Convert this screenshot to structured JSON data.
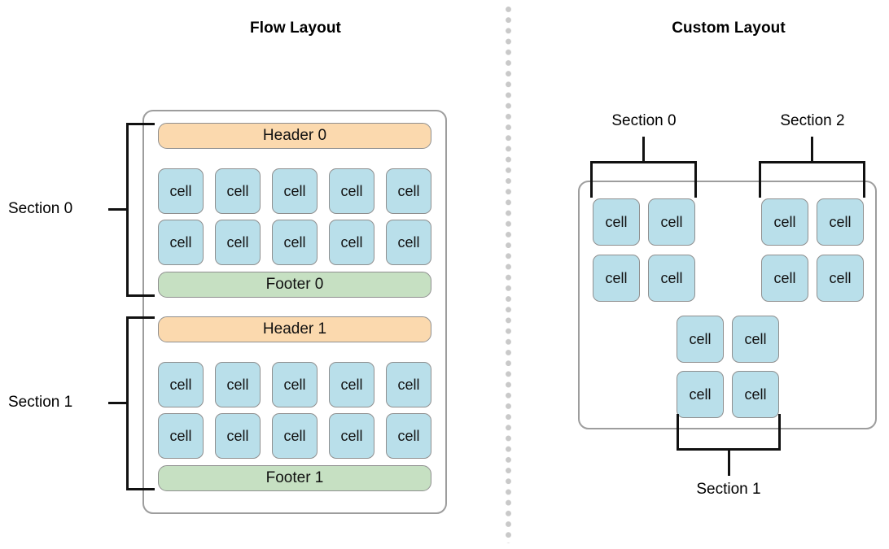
{
  "panels": {
    "left": {
      "title": "Flow Layout",
      "sections": [
        {
          "label": "Section 0",
          "header": "Header 0",
          "footer": "Footer 0",
          "rows": [
            [
              "cell",
              "cell",
              "cell",
              "cell",
              "cell"
            ],
            [
              "cell",
              "cell",
              "cell",
              "cell",
              "cell"
            ]
          ]
        },
        {
          "label": "Section 1",
          "header": "Header 1",
          "footer": "Footer 1",
          "rows": [
            [
              "cell",
              "cell",
              "cell",
              "cell",
              "cell"
            ],
            [
              "cell",
              "cell",
              "cell",
              "cell",
              "cell"
            ]
          ]
        }
      ]
    },
    "right": {
      "title": "Custom Layout",
      "sections": [
        {
          "label": "Section 0",
          "position": "top-left",
          "rows": [
            [
              "cell",
              "cell"
            ],
            [
              "cell",
              "cell"
            ]
          ]
        },
        {
          "label": "Section 2",
          "position": "top-right",
          "rows": [
            [
              "cell",
              "cell"
            ],
            [
              "cell",
              "cell"
            ]
          ]
        },
        {
          "label": "Section 1",
          "position": "bottom-center",
          "rows": [
            [
              "cell",
              "cell"
            ],
            [
              "cell",
              "cell"
            ]
          ]
        }
      ]
    }
  },
  "colors": {
    "header": "#fbd9ae",
    "footer": "#c6e0c2",
    "cell": "#b9dfea",
    "cell_border": "#8f8f8f",
    "container_border": "#9d9d9d",
    "bracket": "#111111",
    "divider_dot": "#c9c9c9"
  }
}
